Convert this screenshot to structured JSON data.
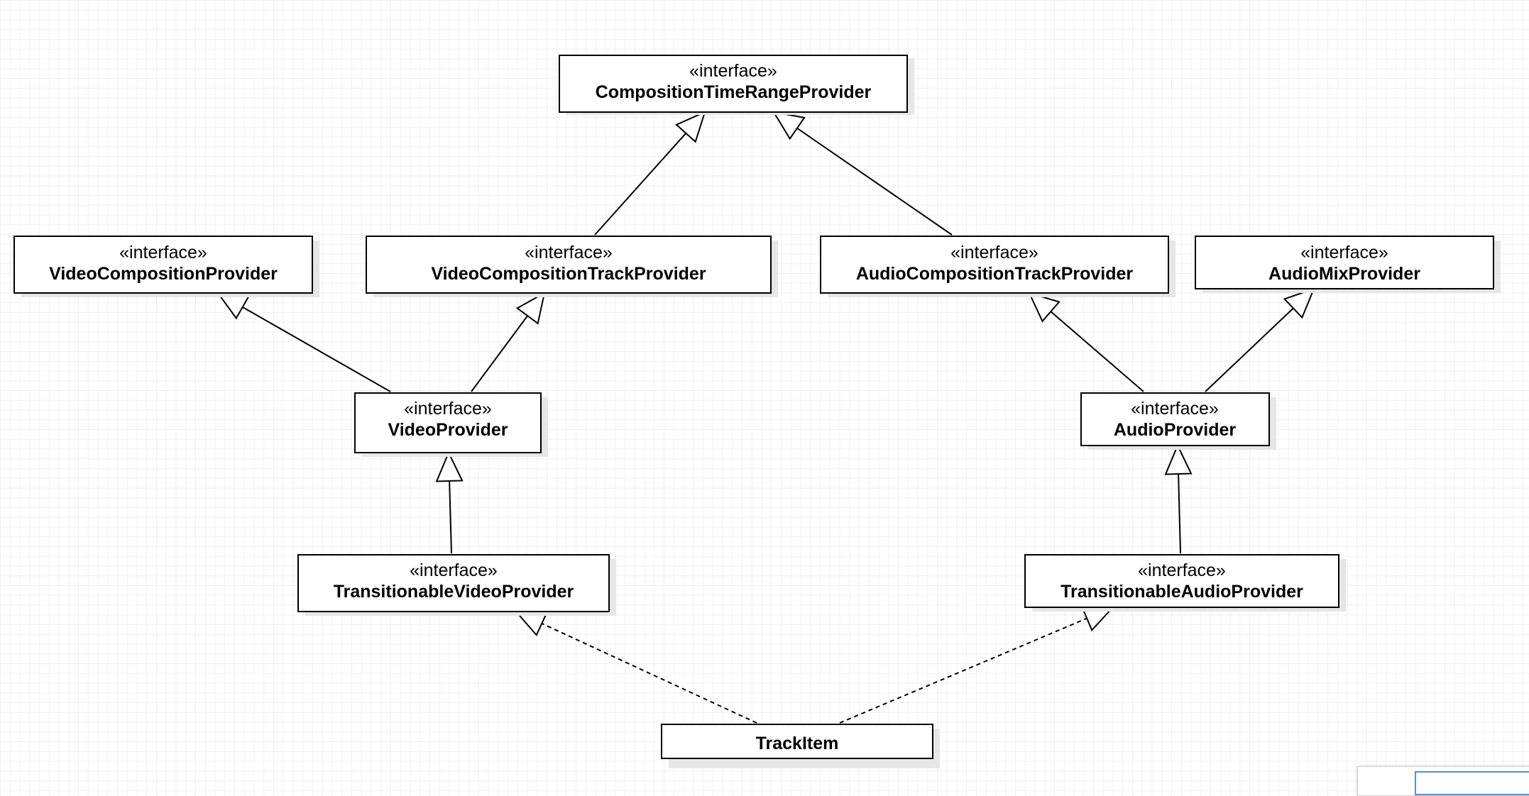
{
  "nodes": [
    {
      "id": "ctrp",
      "stereotype": "«interface»",
      "name": "CompositionTimeRangeProvider"
    },
    {
      "id": "vcp",
      "stereotype": "«interface»",
      "name": "VideoCompositionProvider"
    },
    {
      "id": "vctp",
      "stereotype": "«interface»",
      "name": "VideoCompositionTrackProvider"
    },
    {
      "id": "actp",
      "stereotype": "«interface»",
      "name": "AudioCompositionTrackProvider"
    },
    {
      "id": "amp",
      "stereotype": "«interface»",
      "name": "AudioMixProvider"
    },
    {
      "id": "vp",
      "stereotype": "«interface»",
      "name": "VideoProvider"
    },
    {
      "id": "ap",
      "stereotype": "«interface»",
      "name": "AudioProvider"
    },
    {
      "id": "tvp",
      "stereotype": "«interface»",
      "name": "TransitionableVideoProvider"
    },
    {
      "id": "tap",
      "stereotype": "«interface»",
      "name": "TransitionableAudioProvider"
    },
    {
      "id": "ti",
      "stereotype": "",
      "name": "TrackItem"
    }
  ],
  "edges": [
    {
      "from": "vctp",
      "to": "ctrp",
      "kind": "generalization"
    },
    {
      "from": "actp",
      "to": "ctrp",
      "kind": "generalization"
    },
    {
      "from": "vp",
      "to": "vcp",
      "kind": "generalization"
    },
    {
      "from": "vp",
      "to": "vctp",
      "kind": "generalization"
    },
    {
      "from": "ap",
      "to": "actp",
      "kind": "generalization"
    },
    {
      "from": "ap",
      "to": "amp",
      "kind": "generalization"
    },
    {
      "from": "tvp",
      "to": "vp",
      "kind": "generalization"
    },
    {
      "from": "tap",
      "to": "ap",
      "kind": "generalization"
    },
    {
      "from": "ti",
      "to": "tvp",
      "kind": "realization"
    },
    {
      "from": "ti",
      "to": "tap",
      "kind": "realization"
    }
  ]
}
